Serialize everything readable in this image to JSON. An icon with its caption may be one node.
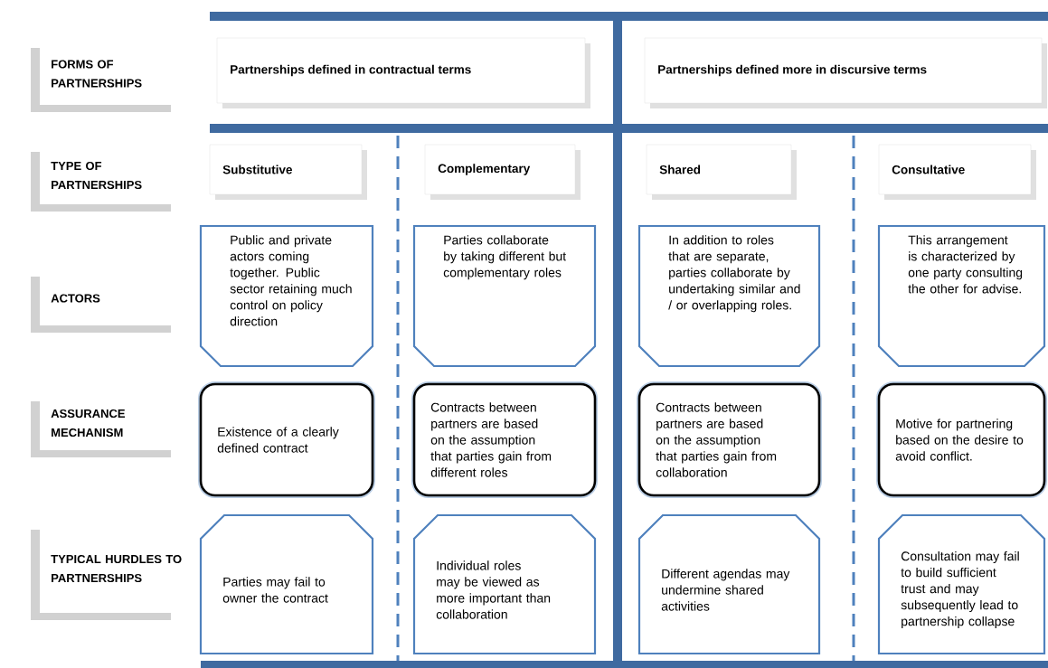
{
  "diagram": {
    "nodes": [
      {
        "text": [
          "FORMS OF PARTNERSHIPS"
        ]
      },
      {
        "text": [
          "TYPE OF PARTNERSHIPS"
        ]
      },
      {
        "text": [
          "ACTORS"
        ]
      },
      {
        "text": [
          "ASSURANCE MECHANISM"
        ]
      },
      {
        "text": [
          "TYPICAL HURDLES TO PARTNERSHIPS"
        ]
      },
      {
        "text": [
          "Partnerships defined in contractual terms"
        ]
      },
      {
        "text": [
          "Partnerships defined more in discursive terms"
        ]
      },
      {
        "text": [
          "Substitutive"
        ]
      },
      {
        "text": [
          "Complementary"
        ]
      },
      {
        "text": [
          "Shared"
        ]
      },
      {
        "text": [
          "Consultative"
        ]
      },
      {
        "text": [
          "Public and private actors coming together. Public sector retaining much control on policy direction"
        ]
      },
      {
        "text": [
          "Parties collaborate by taking different but complementary roles"
        ]
      },
      {
        "text": [
          "In addition to roles that are separate, parties collaborate by undertaking similar and / or overlapping roles."
        ]
      },
      {
        "text": [
          "This arrangement is characterized by one party consulting the other for advise."
        ]
      },
      {
        "text": [
          "Existence of a clearly defined contract"
        ]
      },
      {
        "text": [
          "Contracts between partners are based on the assumption that parties gain from different roles"
        ]
      },
      {
        "text": [
          "Contracts between partners are based on the assumption that parties gain from collaboration"
        ]
      },
      {
        "text": [
          "Motive for partnering based on the desire to avoid conflict."
        ]
      },
      {
        "text": [
          "Parties may fail to owner the contract"
        ]
      },
      {
        "text": [
          "Individual roles may be viewed as more important than collaboration"
        ]
      },
      {
        "text": [
          "Different agendas may undermine shared activities"
        ]
      },
      {
        "text": [
          "Consultation may fail to build sufficient trust and may subsequently lead to partnership collapse"
        ]
      }
    ]
  }
}
